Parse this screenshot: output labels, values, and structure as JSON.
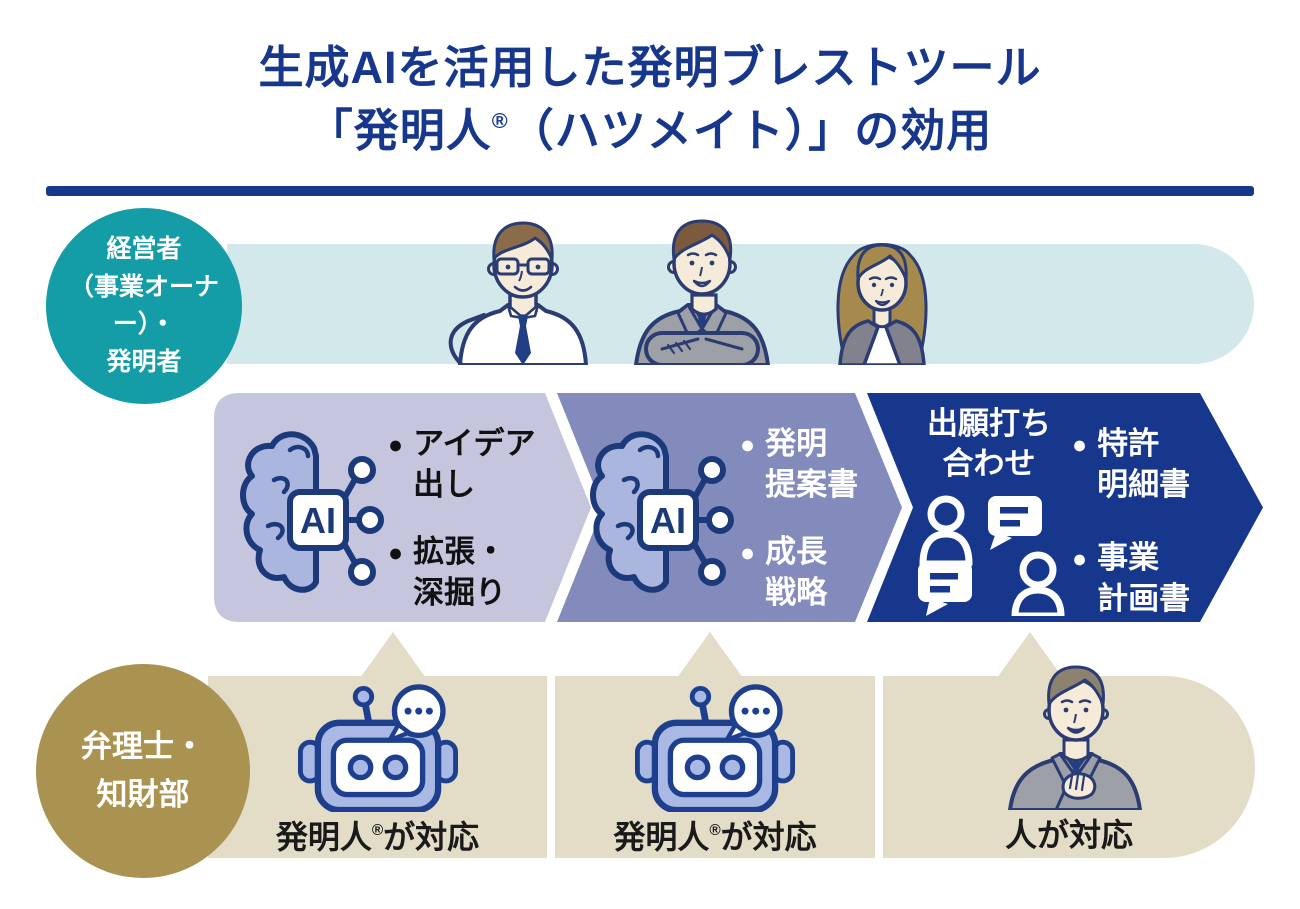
{
  "title": {
    "line1": "生成AIを活用した発明ブレストツール",
    "line2_pre": "「発明人",
    "line2_reg": "®",
    "line2_post": "（ハツメイト）」の効用"
  },
  "actors": {
    "top_label": "経営者\n（事業オーナー）・\n発明者",
    "bottom_label": "弁理士・\n知財部"
  },
  "flow": {
    "bullet_marker": "●",
    "stages": [
      {
        "name": "idea-generation",
        "icon": "ai-brain-icon",
        "bullets": [
          "アイデア\n出し",
          "拡張・\n深掘り"
        ]
      },
      {
        "name": "invention-proposal",
        "icon": "ai-brain-icon",
        "bullets": [
          "発明\n提案書",
          "成長\n戦略"
        ]
      },
      {
        "name": "filing-meeting",
        "icon": "meeting-chat-icon",
        "heading": "出願打ち\n合わせ",
        "bullets": [
          "特許\n明細書",
          "事業\n計画書"
        ]
      }
    ]
  },
  "bottom_row": {
    "segments": [
      {
        "icon": "robot-chat-icon",
        "label_pre": "発明人",
        "label_reg": "®",
        "label_post": "が対応"
      },
      {
        "icon": "robot-chat-icon",
        "label_pre": "発明人",
        "label_reg": "®",
        "label_post": "が対応"
      },
      {
        "icon": "attorney-person-icon",
        "label": "人が対応"
      }
    ]
  },
  "icons": {
    "ai_label": "AI"
  },
  "colors": {
    "primary_blue": "#17378d",
    "stage1_lavender": "#c5c6de",
    "stage2_slate": "#828bbc",
    "teal": "#149da6",
    "teal_light": "#d3e8ea",
    "gold": "#aa9251",
    "beige": "#e3dcc7",
    "robot_periwinkle": "#a9b9e4",
    "outline_navy": "#2b3c72"
  }
}
